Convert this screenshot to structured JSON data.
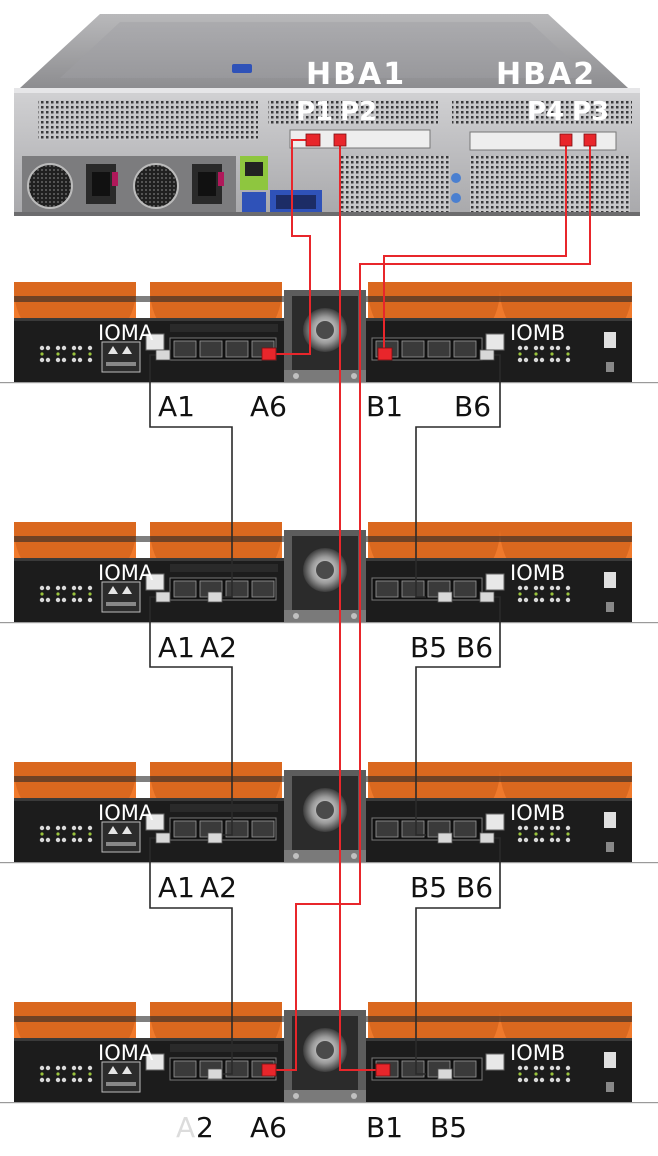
{
  "server": {
    "hba1_label": "HBA1",
    "hba2_label": "HBA2",
    "p1": "P1",
    "p2": "P2",
    "p3": "P3",
    "p4": "P4"
  },
  "enclosures": [
    {
      "ioma": "IOMA",
      "iomb": "IOMB"
    },
    {
      "ioma": "IOMA",
      "iomb": "IOMB"
    },
    {
      "ioma": "IOMA",
      "iomb": "IOMB"
    },
    {
      "ioma": "IOMA",
      "iomb": "IOMB"
    }
  ],
  "port_labels": {
    "row1": [
      "A1",
      "A6",
      "B1",
      "B6"
    ],
    "row2": [
      "A1",
      "A2",
      "B5",
      "B6"
    ],
    "row3": [
      "A1",
      "A2",
      "B5",
      "B6"
    ],
    "row4": [
      "A",
      "2",
      "A6",
      "B1",
      "B5"
    ]
  },
  "colors": {
    "sas_cable_red": "#e8262b",
    "daisy_chain_cable": "#2a2a2a",
    "enclosure_orange": "#f07a2c",
    "enclosure_body": "#1c1c1c",
    "server_chassis": "#8a8a8a"
  }
}
